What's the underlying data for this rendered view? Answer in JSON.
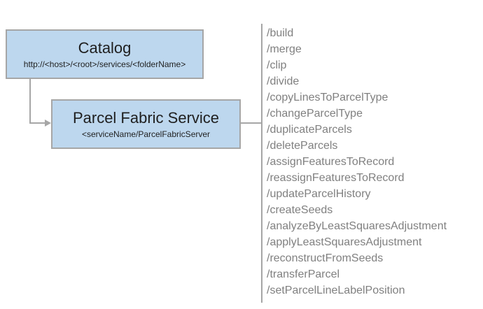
{
  "colors": {
    "box_fill": "#bdd7ee",
    "box_border": "#a6a6a6",
    "connector": "#a6a6a6",
    "endpoint_text": "#808080",
    "title_text": "#1f1f1f"
  },
  "diagram": {
    "catalog": {
      "title": "Catalog",
      "subtitle": "http://<host>/<root>/services/<folderName>"
    },
    "service": {
      "title": "Parcel Fabric Service",
      "subtitle": "<serviceName/ParcelFabricServer"
    },
    "endpoints": [
      "/build",
      "/merge",
      "/clip",
      "/divide",
      "/copyLinesToParcelType",
      "/changeParcelType",
      "/duplicateParcels",
      "/deleteParcels",
      "/assignFeaturesToRecord",
      "/reassignFeaturesToRecord",
      "/updateParcelHistory",
      "/createSeeds",
      "/analyzeByLeastSquaresAdjustment",
      "/applyLeastSquaresAdjustment",
      "/reconstructFromSeeds",
      "/transferParcel",
      "/setParcelLineLabelPosition"
    ]
  }
}
